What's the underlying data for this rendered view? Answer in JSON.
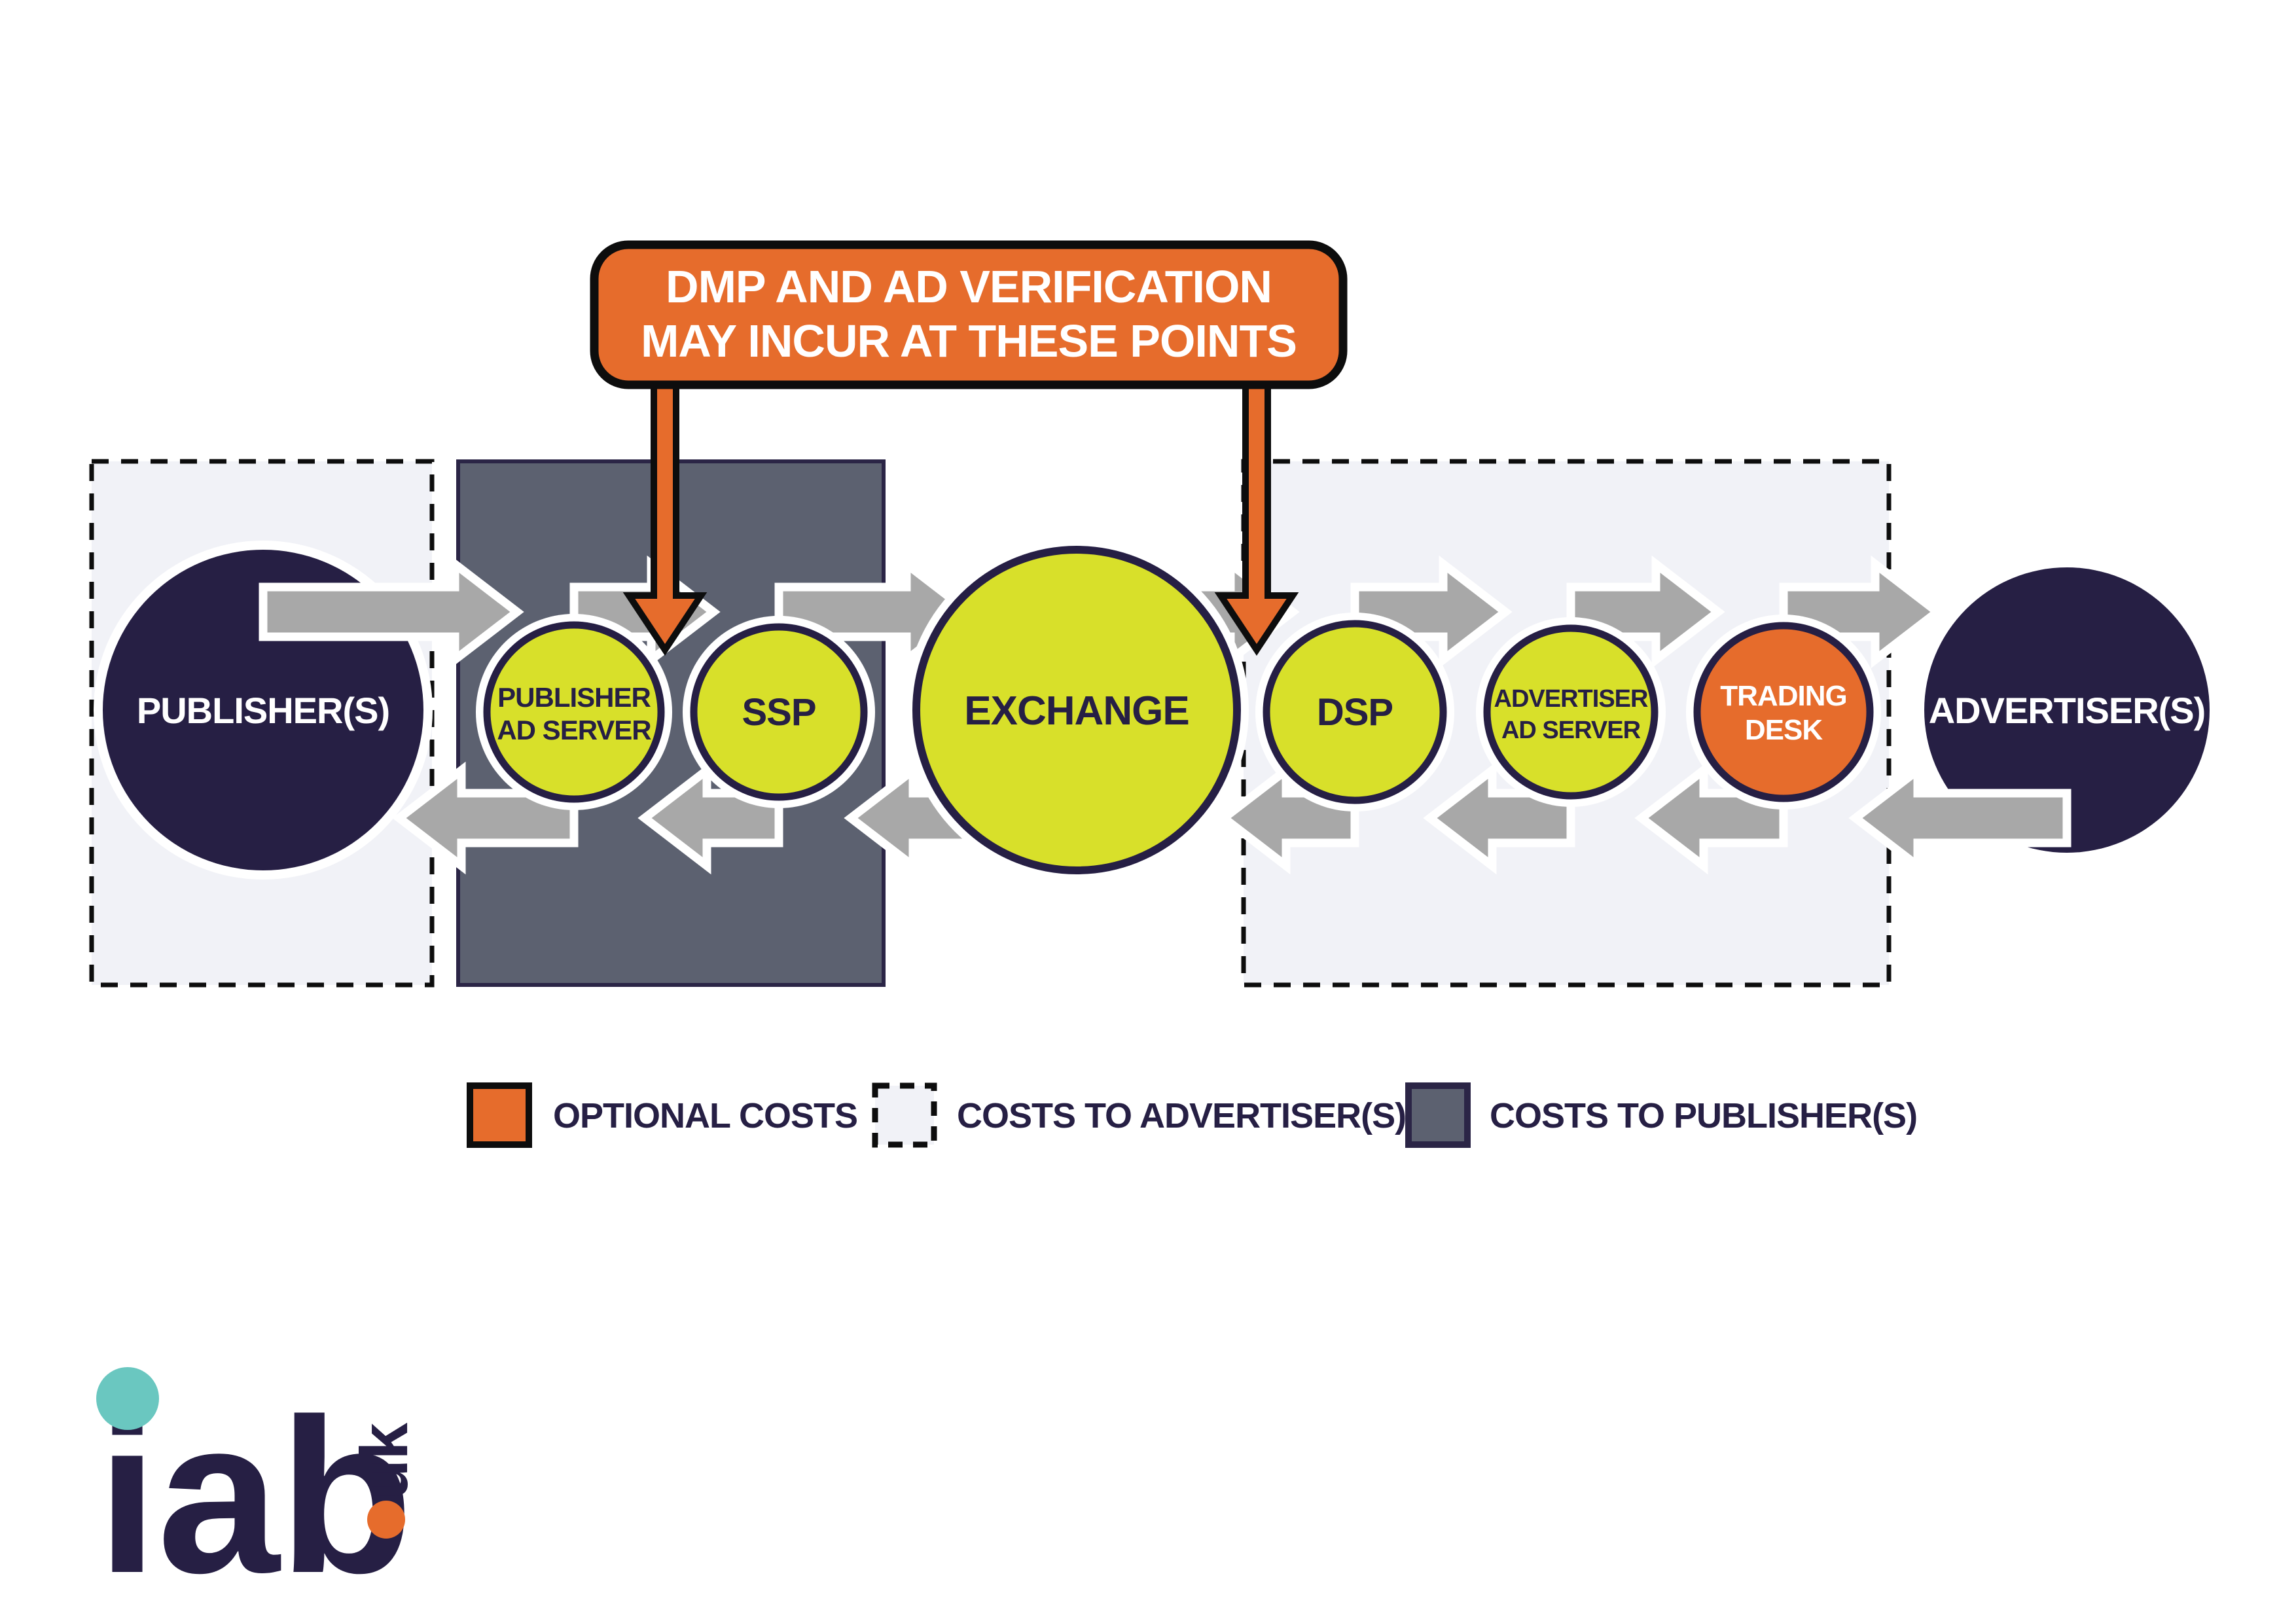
{
  "callout": {
    "lines": [
      "DMP AND AD VERIFICATION",
      "MAY INCUR AT THESE POINTS"
    ]
  },
  "nodes": [
    {
      "id": "publishers",
      "lines": [
        "PUBLISHER(S)"
      ],
      "shape_color": "#261f44",
      "text_color": "#ffffff"
    },
    {
      "id": "publisher-ad-server",
      "lines": [
        "PUBLISHER",
        "AD SERVER"
      ],
      "shape_color": "#d8e02a",
      "text_color": "#261f44"
    },
    {
      "id": "ssp",
      "lines": [
        "SSP"
      ],
      "shape_color": "#d8e02a",
      "text_color": "#261f44"
    },
    {
      "id": "exchange",
      "lines": [
        "EXCHANGE"
      ],
      "shape_color": "#d8e02a",
      "text_color": "#261f44"
    },
    {
      "id": "dsp",
      "lines": [
        "DSP"
      ],
      "shape_color": "#d8e02a",
      "text_color": "#261f44"
    },
    {
      "id": "advertiser-ad-server",
      "lines": [
        "ADVERTISER",
        "AD SERVER"
      ],
      "shape_color": "#d8e02a",
      "text_color": "#261f44"
    },
    {
      "id": "trading-desk",
      "lines": [
        "TRADING",
        "DESK"
      ],
      "shape_color": "#e66c2c",
      "text_color": "#ffffff"
    },
    {
      "id": "advertisers",
      "lines": [
        "ADVERTISER(S)"
      ],
      "shape_color": "#261f44",
      "text_color": "#ffffff"
    }
  ],
  "legend": {
    "items": [
      {
        "label": "OPTIONAL COSTS",
        "swatch": "orange-solid"
      },
      {
        "label": "COSTS TO ADVERTISER(S)",
        "swatch": "light-dashed"
      },
      {
        "label": "COSTS TO PUBLISHER(S)",
        "swatch": "gray-solid"
      }
    ]
  },
  "logo": {
    "wordmark": "iab",
    "region": "uk"
  },
  "colors": {
    "accent_orange": "#e66c2c",
    "lime_yellow": "#d8e02a",
    "dark_navy": "#261f44",
    "arrow_gray": "#a8a8a8",
    "publisher_cost_gray": "#5c6170",
    "advertiser_cost_light": "#f1f2f7",
    "logo_teal": "#6ac7c0",
    "callout_border": "#0d0d0d",
    "background": "#ffffff"
  }
}
